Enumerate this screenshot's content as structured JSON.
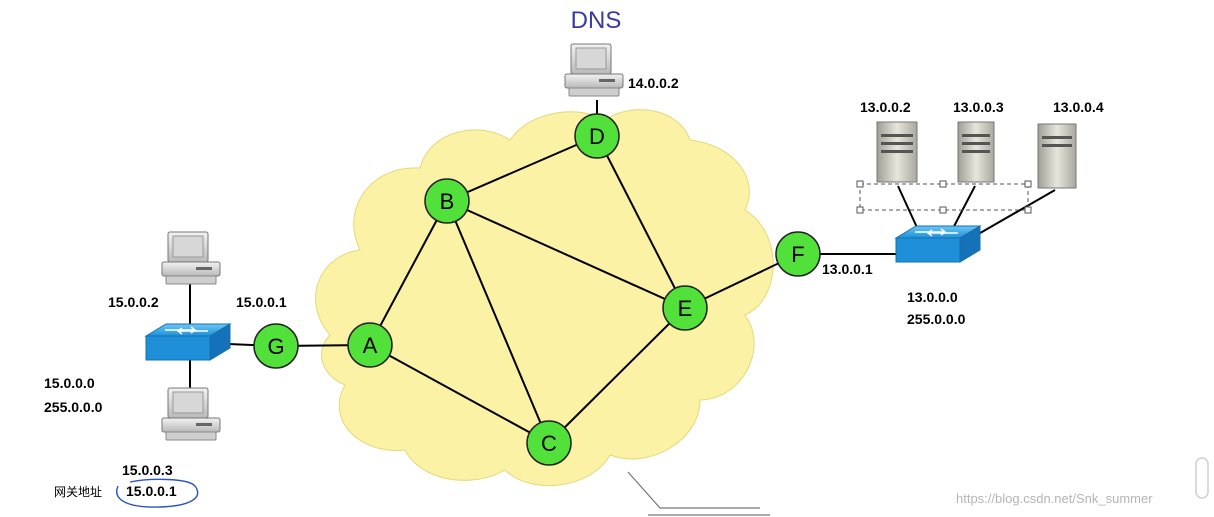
{
  "dns_title": "DNS",
  "routers": {
    "A": "A",
    "B": "B",
    "C": "C",
    "D": "D",
    "E": "E",
    "F": "F",
    "G": "G"
  },
  "dns_server": {
    "ip": "14.0.0.2"
  },
  "right_lan": {
    "servers": [
      "13.0.0.2",
      "13.0.0.3",
      "13.0.0.4"
    ],
    "router_ip": "13.0.0.1",
    "network": "13.0.0.0",
    "mask": "255.0.0.0"
  },
  "left_lan": {
    "host_top_ip": "15.0.0.2",
    "router_ip": "15.0.0.1",
    "network": "15.0.0.0",
    "mask": "255.0.0.0",
    "host_bottom_ip": "15.0.0.3",
    "gateway_label": "网关地址",
    "gateway_ip": "15.0.0.1"
  },
  "watermark": "https://blog.csdn.net/Snk_summer",
  "colors": {
    "cloud": "#fbf2a6",
    "router": "#52e03a",
    "switch": "#2e9be0",
    "dns_text": "#3a3aa0",
    "annotation": "#2a55c8"
  }
}
